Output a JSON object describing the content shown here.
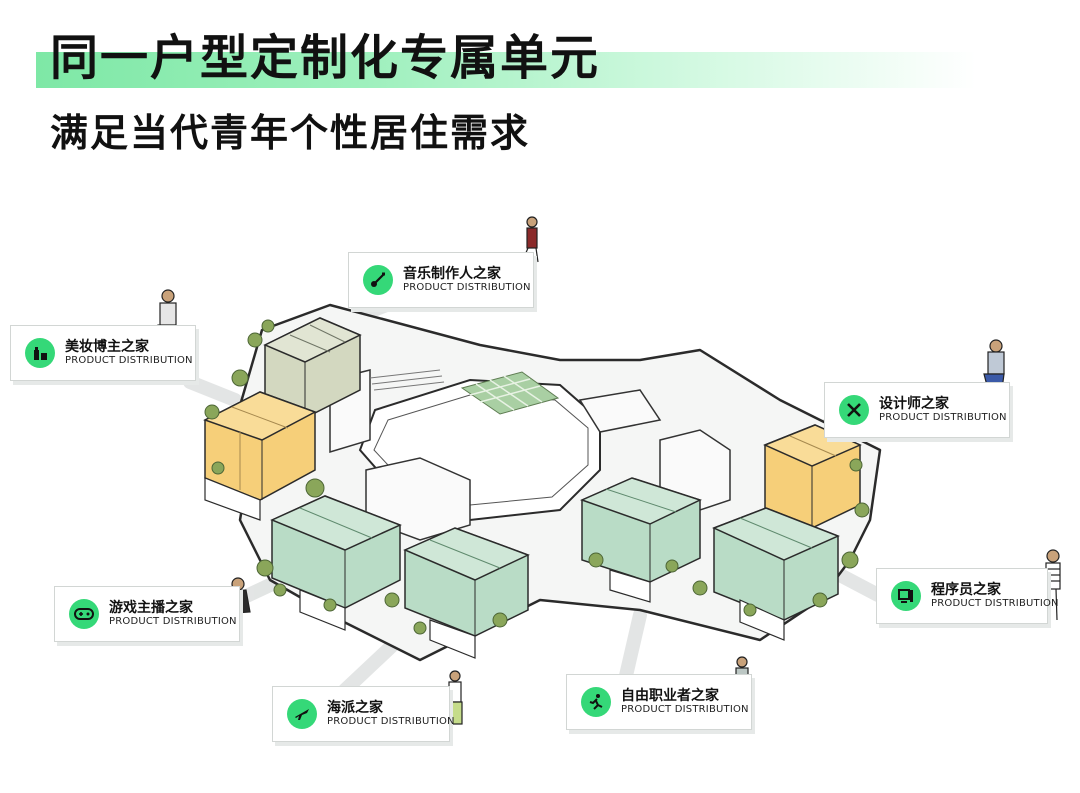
{
  "header": {
    "title": "同一户型定制化专属单元",
    "subtitle": "满足当代青年个性居住需求"
  },
  "colors": {
    "accent": "#35d878",
    "title_band": "#8dedb1",
    "unit_green": "#b9dcc6",
    "unit_yellow": "#f6cf79",
    "unit_olive": "#d3d8c0",
    "plants": "#8aa65a"
  },
  "callouts": [
    {
      "id": "music",
      "title": "音乐制作人之家",
      "subtitle": "PRODUCT DISTRIBUTION",
      "icon": "guitar-icon"
    },
    {
      "id": "beauty",
      "title": "美妆博主之家",
      "subtitle": "PRODUCT DISTRIBUTION",
      "icon": "cosmetics-icon"
    },
    {
      "id": "designer",
      "title": "设计师之家",
      "subtitle": "PRODUCT DISTRIBUTION",
      "icon": "pencil-ruler-icon"
    },
    {
      "id": "programmer",
      "title": "程序员之家",
      "subtitle": "PRODUCT DISTRIBUTION",
      "icon": "computer-icon"
    },
    {
      "id": "gamer",
      "title": "游戏主播之家",
      "subtitle": "PRODUCT DISTRIBUTION",
      "icon": "gamepad-icon"
    },
    {
      "id": "shanghai",
      "title": "海派之家",
      "subtitle": "PRODUCT DISTRIBUTION",
      "icon": "airplane-icon"
    },
    {
      "id": "freelancer",
      "title": "自由职业者之家",
      "subtitle": "PRODUCT DISTRIBUTION",
      "icon": "running-person-icon"
    }
  ]
}
